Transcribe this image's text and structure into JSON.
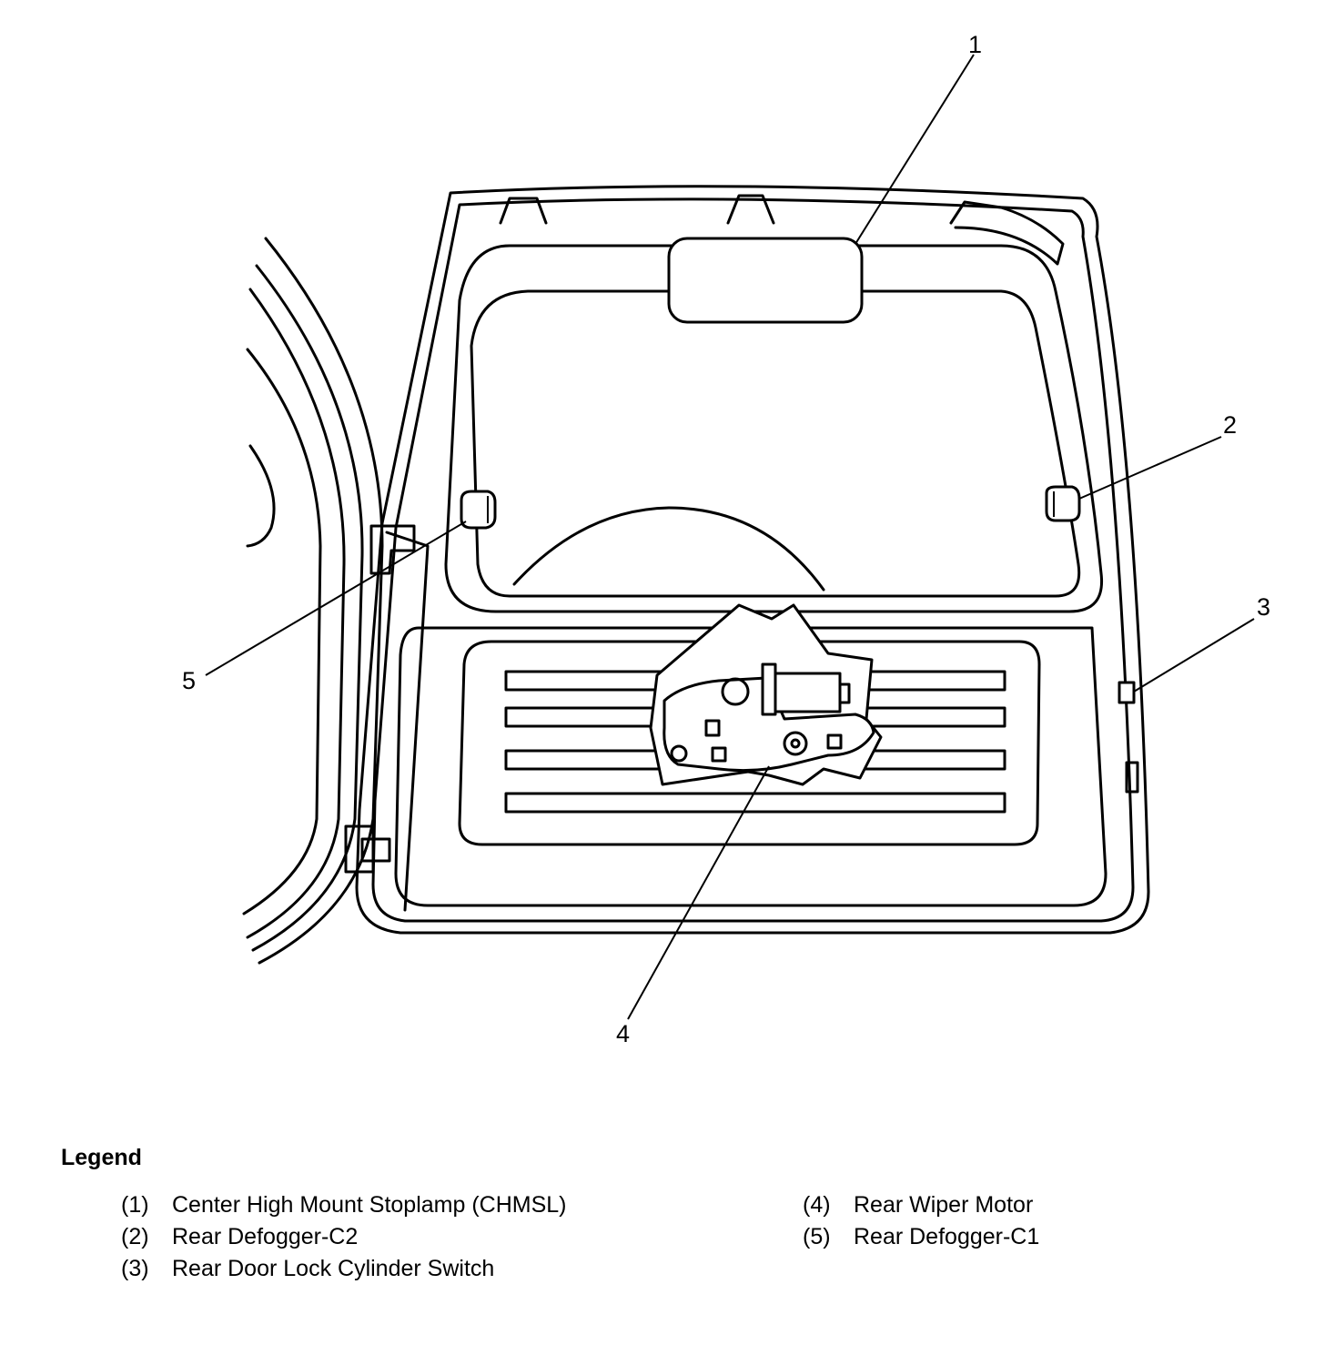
{
  "callouts": [
    {
      "num": "1",
      "name": "Center High Mount Stoplamp (CHMSL)"
    },
    {
      "num": "2",
      "name": "Rear Defogger-C2"
    },
    {
      "num": "3",
      "name": "Rear Door Lock Cylinder Switch"
    },
    {
      "num": "4",
      "name": "Rear Wiper Motor"
    },
    {
      "num": "5",
      "name": "Rear Defogger-C1"
    }
  ],
  "legend": {
    "title": "Legend",
    "items": [
      {
        "num": "(1)",
        "text": "Center High Mount Stoplamp (CHMSL)"
      },
      {
        "num": "(2)",
        "text": "Rear Defogger-C2"
      },
      {
        "num": "(3)",
        "text": "Rear Door Lock Cylinder Switch"
      },
      {
        "num": "(4)",
        "text": "Rear Wiper Motor"
      },
      {
        "num": "(5)",
        "text": "Rear Defogger-C1"
      }
    ]
  }
}
